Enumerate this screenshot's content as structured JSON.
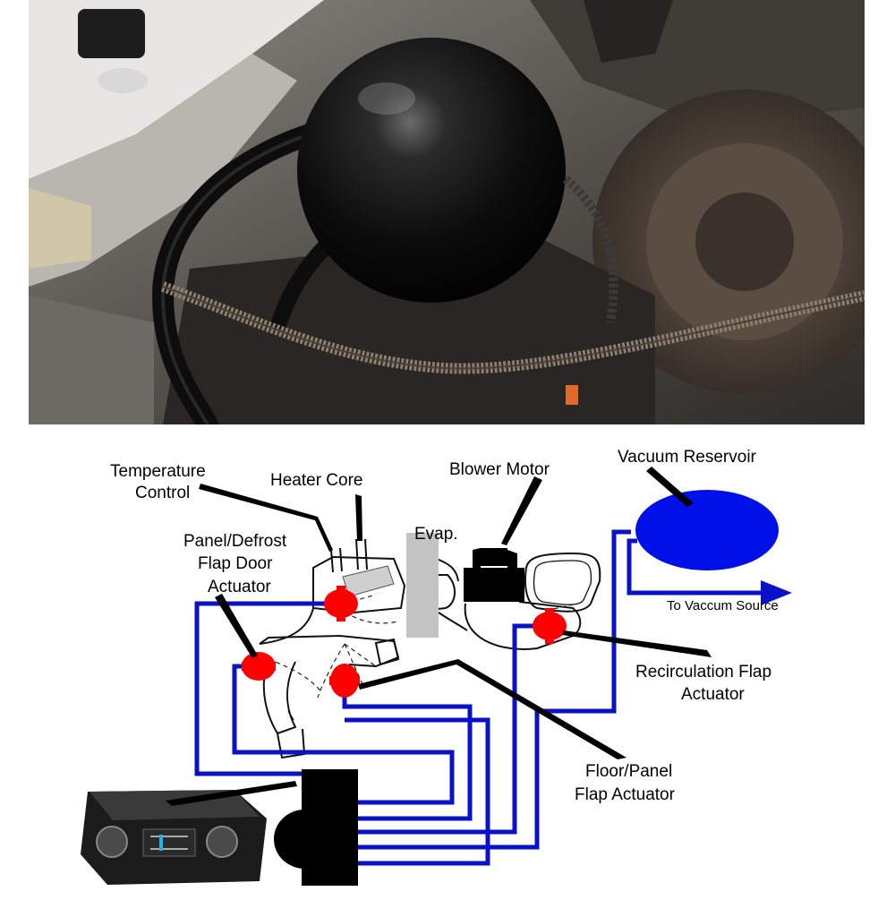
{
  "photo": {
    "subject": "engine-bay-vacuum-reservoir"
  },
  "diagram": {
    "labels": {
      "temperature_control_line1": "Temperature",
      "temperature_control_line2": "Control",
      "heater_core": "Heater Core",
      "blower_motor": "Blower Motor",
      "vacuum_reservoir": "Vacuum Reservoir",
      "panel_defrost_line1": "Panel/Defrost",
      "panel_defrost_line2": "Flap Door",
      "panel_defrost_line3": "Actuator",
      "evap": "Evap.",
      "to_vacuum_source": "To Vaccum Source",
      "recirculation_line1": "Recirculation Flap",
      "recirculation_line2": "Actuator",
      "floor_panel_line1": "Floor/Panel",
      "floor_panel_line2": "Flap Actuator"
    },
    "colors": {
      "hose": "#0a12c8",
      "actuator": "#ff0000",
      "reservoir": "#0010e8",
      "evaporator": "#c4c4c4",
      "heater_core": "#cfcfcf"
    }
  }
}
